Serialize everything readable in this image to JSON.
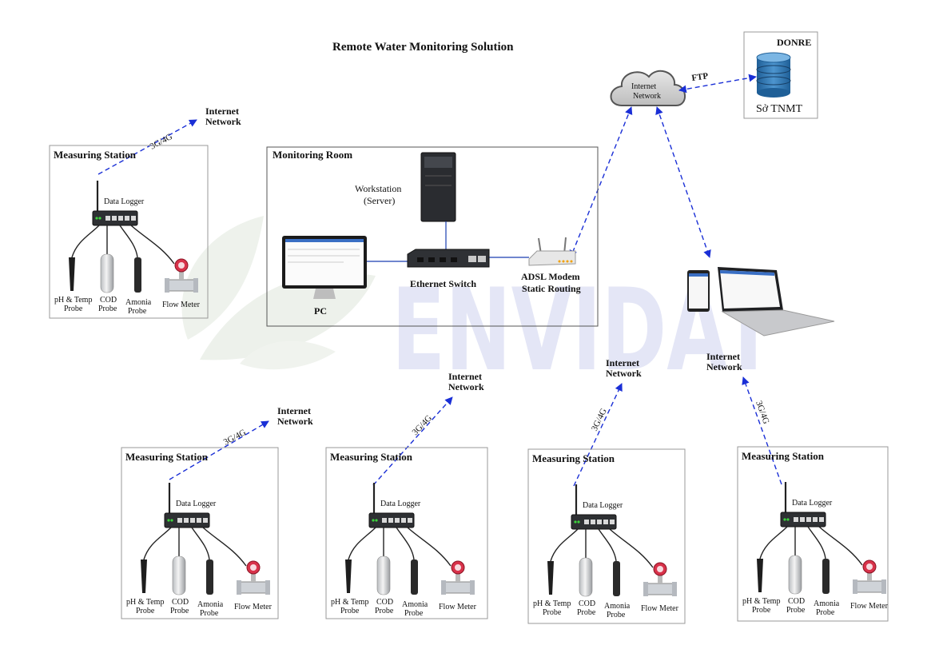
{
  "title": "Remote Water Monitoring Solution",
  "watermark": "ENVIDAT",
  "donre": {
    "heading": "DONRE",
    "database_label": "Sở TNMT"
  },
  "cloud": {
    "line1": "Internet",
    "line2": "Network"
  },
  "ftp_label": "FTP",
  "link_label": "3G/4G",
  "internet": {
    "line1": "Internet",
    "line2": "Network"
  },
  "monitoring_room": {
    "title": "Monitoring Room",
    "workstation_line1": "Workstation",
    "workstation_line2": "(Server)",
    "switch_label": "Ethernet Switch",
    "modem_line1": "ADSL Modem",
    "modem_line2": "Static Routing",
    "pc_label": "PC"
  },
  "station": {
    "title": "Measuring Station",
    "logger": "Data Logger",
    "ph_line1": "pH & Temp",
    "ph_line2": "Probe",
    "cod_line1": "COD",
    "cod_line2": "Probe",
    "amonia_line1": "Amonia",
    "amonia_line2": "Probe",
    "flow": "Flow Meter"
  },
  "colors": {
    "link": "#1a2fd6",
    "watermark_text": "#e4e6f6",
    "watermark_leaf": "#eef2ec",
    "db_blue": "#2f78b8",
    "flow_red": "#d8324a"
  }
}
